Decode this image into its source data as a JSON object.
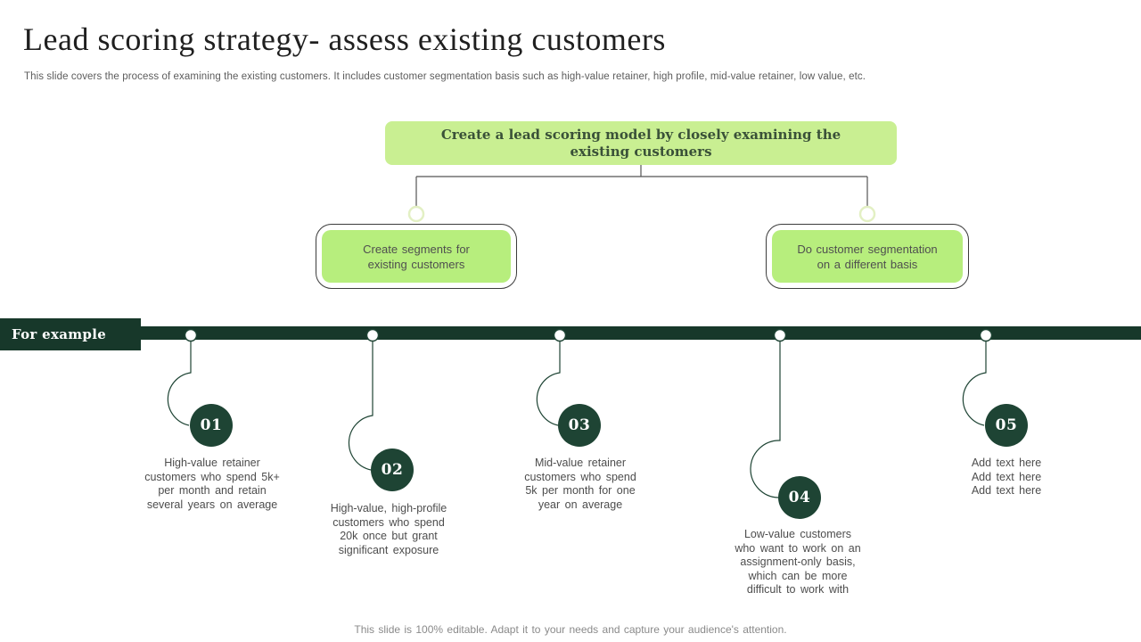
{
  "slide": {
    "title": "Lead scoring strategy- assess existing customers",
    "subtitle": "This slide covers the process of examining the existing customers. It includes customer segmentation basis such as high-value retainer, high profile, mid-value retainer,  low value, etc.",
    "footer": "This slide is 100% editable. Adapt it to your needs and capture your audience's attention."
  },
  "flowchart": {
    "root_label": "Create a lead scoring model by closely examining the\nexisting customers",
    "children": [
      {
        "label": "Create segments for\nexisting customers"
      },
      {
        "label": "Do customer segmentation\non a different basis"
      }
    ]
  },
  "timeline": {
    "section_label": "For example",
    "items": [
      {
        "number": "01",
        "text": "High-value  retainer\ncustomers who spend 5k+\nper month and retain\nseveral years on average"
      },
      {
        "number": "02",
        "text": "High-value,  high-profile\ncustomers who spend\n20k once but grant\nsignificant exposure"
      },
      {
        "number": "03",
        "text": "Mid-value  retainer\ncustomers who spend\n5k per month for one\nyear on average"
      },
      {
        "number": "04",
        "text": "Low-value  customers\nwho want to work on an\nassignment-only basis,\nwhich can be more\ndifficult to work with"
      },
      {
        "number": "05",
        "text": "Add text here\nAdd text here\nAdd text here"
      }
    ]
  },
  "colors": {
    "dark_green": "#17382a",
    "circle_green": "#1e4434",
    "root_box_green": "#c9ef92",
    "child_box_green": "#b7ee7d",
    "ring_green": "#e3f0c4",
    "connector_gray": "#555555"
  }
}
